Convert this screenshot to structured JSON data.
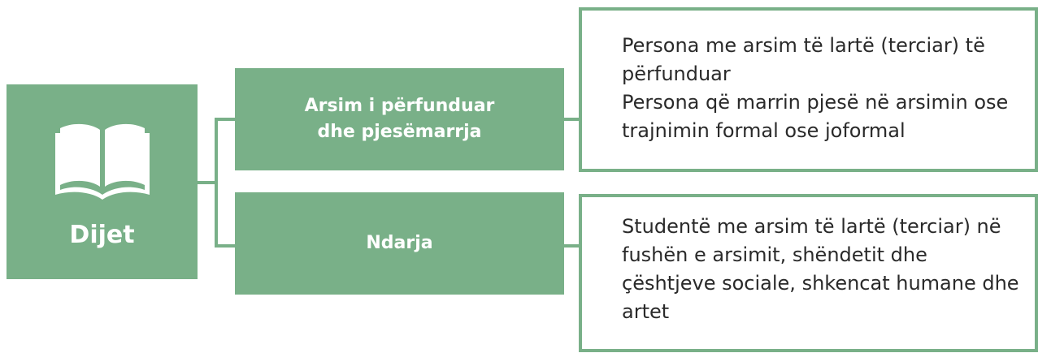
{
  "root": {
    "label": "Dijet",
    "icon": "open-book-icon"
  },
  "categories": [
    {
      "label_line1": "Arsim i përfunduar",
      "label_line2": "dhe pjesëmarrja",
      "indicators": [
        "Persona me arsim të lartë (terciar) të përfunduar",
        "Persona që marrin pjesë në arsimin ose trajnimin formal ose joformal"
      ]
    },
    {
      "label": "Ndarja",
      "indicators": [
        "Studentë me arsim të lartë (terciar) në fushën e arsimit, shëndetit dhe çështjeve sociale, shkencat humane dhe artet"
      ]
    }
  ],
  "colors": {
    "accent": "#79b088",
    "text": "#2a2a2a"
  }
}
